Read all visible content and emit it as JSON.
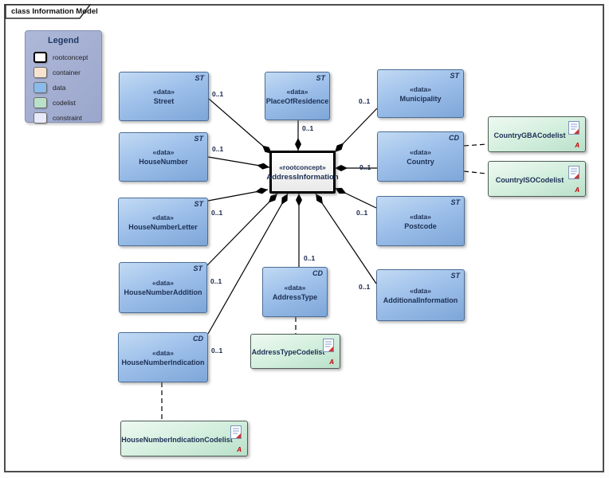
{
  "frame": {
    "title": "class Information Model"
  },
  "legend": {
    "title": "Legend",
    "items": [
      {
        "label": "rootconcept",
        "swatch": "#ffffff"
      },
      {
        "label": "container",
        "swatch": "#f6e3cf"
      },
      {
        "label": "data",
        "swatch": "#8abbea"
      },
      {
        "label": "codelist",
        "swatch": "#b9e0c9"
      },
      {
        "label": "constraint",
        "swatch": "#e8eaf9"
      }
    ]
  },
  "root_node": {
    "stereotype": "«rootconcept»",
    "name": "AddressInformation"
  },
  "data_nodes": [
    {
      "stereotype": "«data»",
      "name": "Street",
      "type_tag": "ST"
    },
    {
      "stereotype": "«data»",
      "name": "HouseNumber",
      "type_tag": "ST"
    },
    {
      "stereotype": "«data»",
      "name": "HouseNumberLetter",
      "type_tag": "ST"
    },
    {
      "stereotype": "«data»",
      "name": "HouseNumberAddition",
      "type_tag": "ST"
    },
    {
      "stereotype": "«data»",
      "name": "HouseNumberIndication",
      "type_tag": "CD"
    },
    {
      "stereotype": "«data»",
      "name": "PlaceOfResidence",
      "type_tag": "ST"
    },
    {
      "stereotype": "«data»",
      "name": "Municipality",
      "type_tag": "ST"
    },
    {
      "stereotype": "«data»",
      "name": "Country",
      "type_tag": "CD"
    },
    {
      "stereotype": "«data»",
      "name": "Postcode",
      "type_tag": "ST"
    },
    {
      "stereotype": "«data»",
      "name": "AdditionalInformation",
      "type_tag": "ST"
    },
    {
      "stereotype": "«data»",
      "name": "AddressType",
      "type_tag": "CD"
    }
  ],
  "codelist_nodes": [
    {
      "name": "CountryGBACodelist",
      "annotation": "A"
    },
    {
      "name": "CountryISOCodelist",
      "annotation": "A"
    },
    {
      "name": "AddressTypeCodelist",
      "annotation": "A"
    },
    {
      "name": "HouseNumberIndicationCodelist",
      "annotation": "A"
    }
  ],
  "connections": [
    {
      "source": "Street",
      "target": "AddressInformation",
      "kind": "composition",
      "multiplicity": "0..1"
    },
    {
      "source": "HouseNumber",
      "target": "AddressInformation",
      "kind": "composition",
      "multiplicity": "0..1"
    },
    {
      "source": "HouseNumberLetter",
      "target": "AddressInformation",
      "kind": "composition",
      "multiplicity": "0..1"
    },
    {
      "source": "HouseNumberAddition",
      "target": "AddressInformation",
      "kind": "composition",
      "multiplicity": "0..1"
    },
    {
      "source": "HouseNumberIndication",
      "target": "AddressInformation",
      "kind": "composition",
      "multiplicity": "0..1"
    },
    {
      "source": "PlaceOfResidence",
      "target": "AddressInformation",
      "kind": "composition",
      "multiplicity": "0..1"
    },
    {
      "source": "Municipality",
      "target": "AddressInformation",
      "kind": "composition",
      "multiplicity": "0..1"
    },
    {
      "source": "Country",
      "target": "AddressInformation",
      "kind": "composition",
      "multiplicity": "0..1"
    },
    {
      "source": "Postcode",
      "target": "AddressInformation",
      "kind": "composition",
      "multiplicity": "0..1"
    },
    {
      "source": "AdditionalInformation",
      "target": "AddressInformation",
      "kind": "composition",
      "multiplicity": "0..1"
    },
    {
      "source": "AddressType",
      "target": "AddressInformation",
      "kind": "composition",
      "multiplicity": "0..1"
    },
    {
      "source": "Country",
      "target": "CountryGBACodelist",
      "kind": "dependency"
    },
    {
      "source": "Country",
      "target": "CountryISOCodelist",
      "kind": "dependency"
    },
    {
      "source": "AddressType",
      "target": "AddressTypeCodelist",
      "kind": "dependency"
    },
    {
      "source": "HouseNumberIndication",
      "target": "HouseNumberIndicationCodelist",
      "kind": "dependency"
    }
  ],
  "colors": {
    "data_fill": "#9ec0ea",
    "codelist_fill": "#d2eedd",
    "legend_bg": "#9fabce",
    "annotation_red": "#c00000",
    "line": "#000000"
  }
}
